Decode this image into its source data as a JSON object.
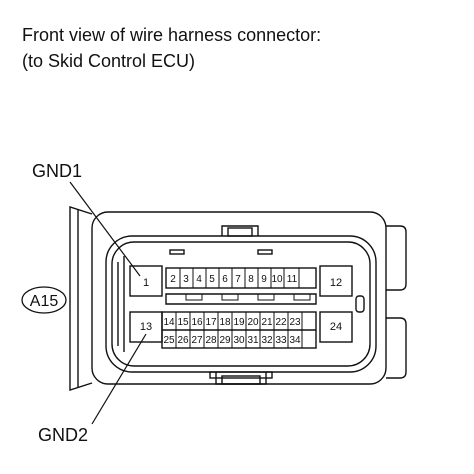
{
  "header": {
    "line1": "Front view of wire harness connector:",
    "line2": "(to Skid Control ECU)"
  },
  "connector": {
    "tag": "A15",
    "pins": {
      "p1": "1",
      "p2": "2",
      "p3": "3",
      "p4": "4",
      "p5": "5",
      "p6": "6",
      "p7": "7",
      "p8": "8",
      "p9": "9",
      "p10": "10",
      "p11": "11",
      "p12": "12",
      "p13": "13",
      "p14": "14",
      "p15": "15",
      "p16": "16",
      "p17": "17",
      "p18": "18",
      "p19": "19",
      "p20": "20",
      "p21": "21",
      "p22": "22",
      "p23": "23",
      "p24": "24",
      "p25": "25",
      "p26": "26",
      "p27": "27",
      "p28": "28",
      "p29": "29",
      "p30": "30",
      "p31": "31",
      "p32": "32",
      "p33": "33",
      "p34": "34"
    }
  },
  "labels": {
    "gnd1": "GND1",
    "gnd2": "GND2"
  }
}
